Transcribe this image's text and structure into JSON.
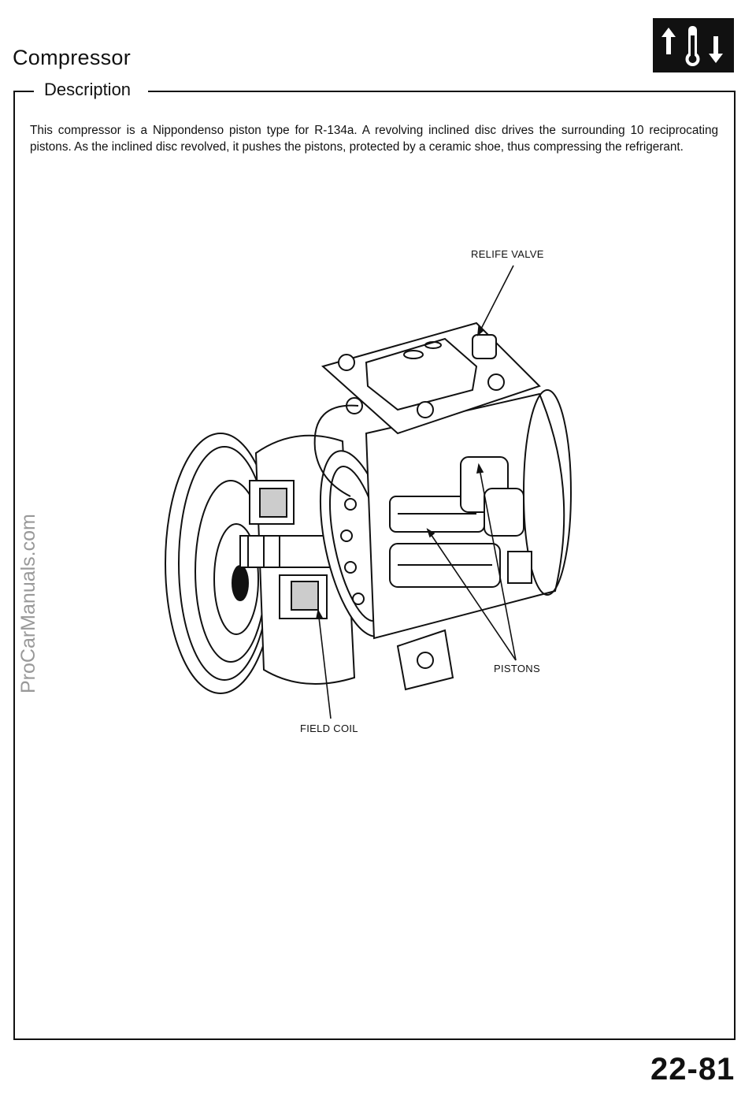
{
  "header": {
    "title": "Compressor",
    "section": "Description"
  },
  "description": "This compressor is a Nippondenso piston type for R-134a. A revolving inclined disc drives the surrounding 10 reciprocating pistons. As the inclined disc revolved, it pushes the pistons, protected by a ceramic shoe, thus compressing the refrigerant.",
  "callouts": {
    "relief_valve": "RELIFE VALVE",
    "pistons": "PISTONS",
    "field_coil": "FIELD COIL"
  },
  "watermark": "ProCarManuals.com",
  "page_number": "22-81",
  "icons": {
    "section_icon": "ac-temperature-icon"
  }
}
